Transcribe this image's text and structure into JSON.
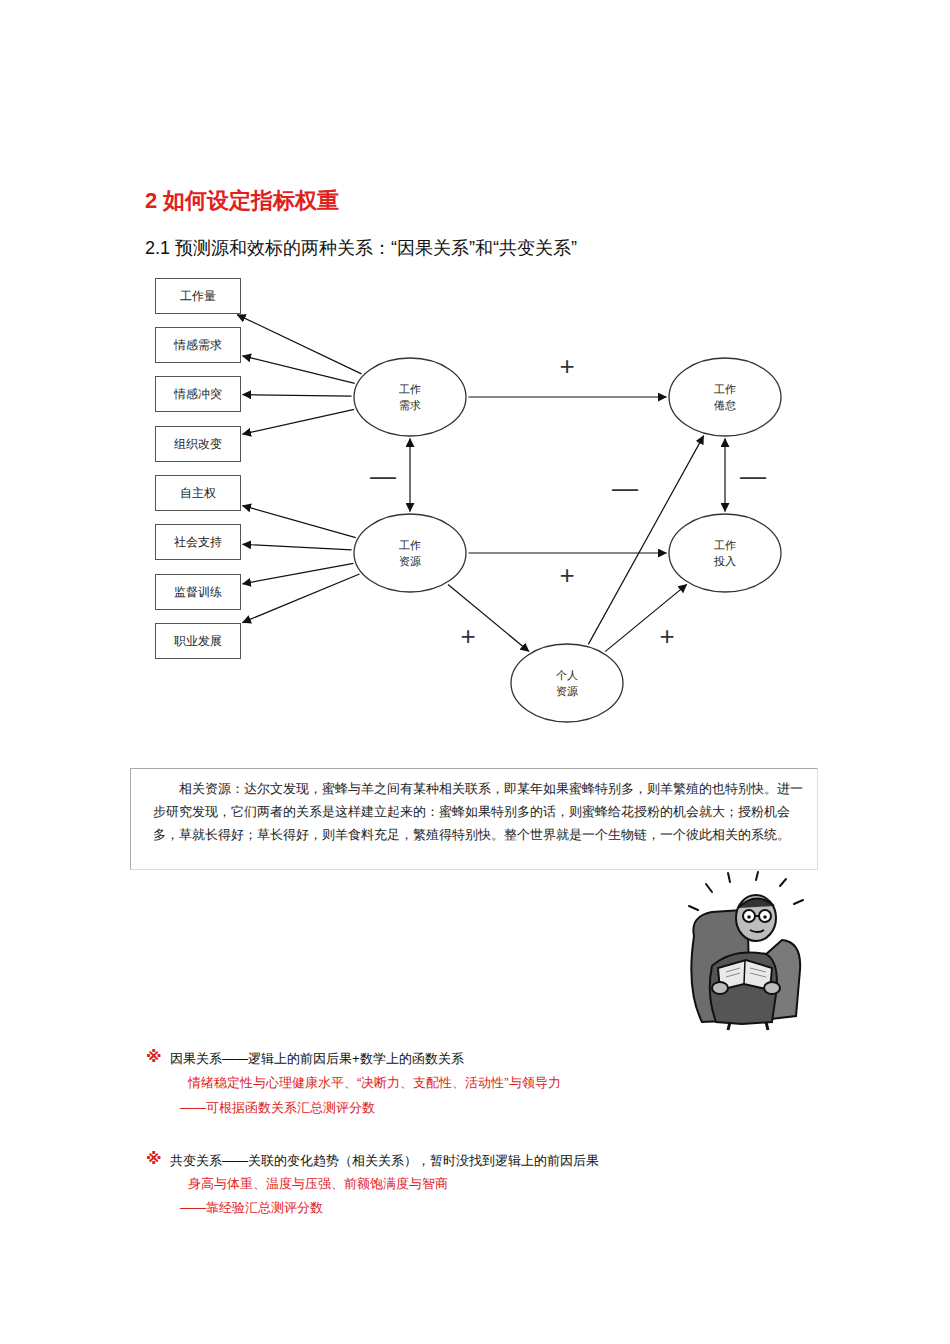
{
  "diagram": {
    "title": "2 如何设定指标权重",
    "nodes": [
      {
        "text": [
          "工作量"
        ]
      },
      {
        "text": [
          "情感需求"
        ]
      },
      {
        "text": [
          "情感冲突"
        ]
      },
      {
        "text": [
          "组织改变"
        ]
      },
      {
        "text": [
          "自主权"
        ]
      },
      {
        "text": [
          "社会支持"
        ]
      },
      {
        "text": [
          "监督训练"
        ]
      },
      {
        "text": [
          "职业发展"
        ]
      },
      {
        "text": [
          "工作 需求"
        ]
      },
      {
        "text": [
          "工作 资源"
        ]
      },
      {
        "text": [
          "工作 倦怠"
        ]
      },
      {
        "text": [
          "工作 投入"
        ]
      },
      {
        "text": [
          "个人 资源"
        ]
      },
      {
        "text": [
          "相关资源：达尔文发现，蜜蜂与羊之间有某种相关联系，即某年如果蜜蜂特别多，则羊繁殖的也特别快。进一步研究发现，它们两者的关系是这样建立起来的：蜜蜂如果特别多的话，则蜜蜂给花授粉的机会就大；授粉机会多，草就长得好；草长得好，则羊食料充足，繁殖得特别快。整个世界就是一个生物链，一个彼此相关的系统。"
        ]
      }
    ],
    "edges": [
      {
        "from": 8,
        "to": 0,
        "arrow": "to"
      },
      {
        "from": 8,
        "to": 1,
        "arrow": "to"
      },
      {
        "from": 8,
        "to": 2,
        "arrow": "to"
      },
      {
        "from": 8,
        "to": 3,
        "arrow": "to"
      },
      {
        "from": 9,
        "to": 4,
        "arrow": "to"
      },
      {
        "from": 9,
        "to": 5,
        "arrow": "to"
      },
      {
        "from": 9,
        "to": 6,
        "arrow": "to"
      },
      {
        "from": 9,
        "to": 7,
        "arrow": "to"
      },
      {
        "from": 8,
        "to": 9,
        "label": "—",
        "arrow": "both"
      },
      {
        "from": 8,
        "to": 10,
        "label": "+",
        "arrow": "to"
      },
      {
        "from": 9,
        "to": 11,
        "label": "+",
        "arrow": "to"
      },
      {
        "from": 9,
        "to": 12,
        "label": "+",
        "arrow": "to"
      },
      {
        "from": 12,
        "to": 10,
        "label": "—",
        "arrow": "to"
      },
      {
        "from": 12,
        "to": 11,
        "label": "+",
        "arrow": "to"
      },
      {
        "from": 10,
        "to": 11,
        "label": "—",
        "arrow": "both"
      }
    ],
    "labels": [
      "2.1 预测源和效标的两种关系：“因果关系”和“共变关系”",
      "※",
      "因果关系——逻辑上的前因后果+数学上的函数关系",
      "情绪稳定性与心理健康水平、“决断力、支配性、活动性”与领导力",
      "——可根据函数关系汇总测评分数",
      "※",
      "共变关系——关联的变化趋势（相关关系），暂时没找到逻辑上的前因后果",
      "身高与体重、温度与压强、前额饱满度与智商",
      "——靠经验汇总测评分数"
    ]
  }
}
